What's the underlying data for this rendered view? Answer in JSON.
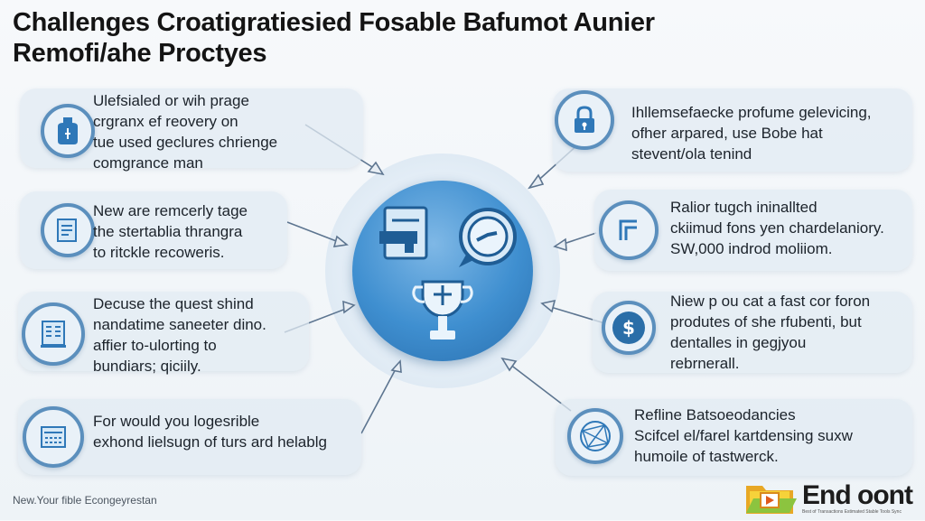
{
  "title": {
    "line1": "Challenges Croatigratiesied Fosable Bafumot Aunier",
    "line2": "Remofi/ahe Proctyes"
  },
  "left_items": [
    {
      "icon": "bottle-icon",
      "lines": [
        "Ulefsialed or wih prage",
        "crgranx ef reovery on",
        "tue used geclures chrienge",
        "comgrance man"
      ]
    },
    {
      "icon": "document-icon",
      "lines": [
        "New are remcerly tage",
        "the stertablia thrangra",
        "to ritckle recoweris."
      ]
    },
    {
      "icon": "ledger-icon",
      "lines": [
        "Decuse the quest shind",
        "nandatime saneeter dino.",
        "affier to-ulorting to",
        "bundiars; qiciily."
      ]
    },
    {
      "icon": "calculator-icon",
      "lines": [
        "For would you logesrible",
        "exhond lielsugn of turs ard helablg"
      ]
    }
  ],
  "right_items": [
    {
      "icon": "lock-icon",
      "lines": [
        "Ihllemsefaecke profume gelevicing,",
        "ofher arpared, use Bobe hat",
        "stevent/ola tenind"
      ]
    },
    {
      "icon": "bracket-icon",
      "lines": [
        "Ralior tugch ininallted",
        "ckiimud fons yen chardelaniory.",
        "SW,000 indrod moliiom."
      ]
    },
    {
      "icon": "dollar-icon",
      "lines": [
        "Niew p ou cat a fast cor foron",
        "produtes of she rfubenti, but",
        "dentalles in gegjyou",
        "rebrnerall."
      ]
    },
    {
      "icon": "globe-network-icon",
      "lines": [
        "Refline Batsoeodancies",
        "Scifcel el/farel kartdensing suxw",
        "humoile of tastwerck."
      ]
    }
  ],
  "center": {
    "icons": [
      "document-icon",
      "chat-clock-icon",
      "trophy-icon"
    ]
  },
  "footer": "New.Your fible Econgeyrestan",
  "logo": {
    "name": "End oont",
    "tagline": "Best of Transactions Estimated Stable Tools Sync"
  },
  "colors": {
    "accent": "#3f8fd0",
    "icon_border": "#5b8fbd",
    "card_bg": "#e1ebf3"
  }
}
